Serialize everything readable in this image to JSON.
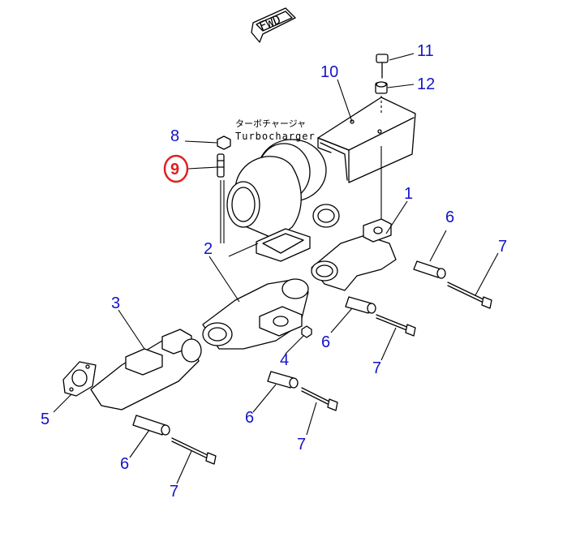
{
  "direction_label": "FWD",
  "turbo_label_jp": "ターボチャージャ",
  "turbo_label_en": "Turbocharger",
  "callouts": [
    {
      "key": "c1",
      "text": "1"
    },
    {
      "key": "c2",
      "text": "2"
    },
    {
      "key": "c3",
      "text": "3"
    },
    {
      "key": "c4",
      "text": "4"
    },
    {
      "key": "c5",
      "text": "5"
    },
    {
      "key": "c6a",
      "text": "6"
    },
    {
      "key": "c6b",
      "text": "6"
    },
    {
      "key": "c6c",
      "text": "6"
    },
    {
      "key": "c6d",
      "text": "6"
    },
    {
      "key": "c7a",
      "text": "7"
    },
    {
      "key": "c7b",
      "text": "7"
    },
    {
      "key": "c7c",
      "text": "7"
    },
    {
      "key": "c7d",
      "text": "7"
    },
    {
      "key": "c8",
      "text": "8"
    },
    {
      "key": "c9",
      "text": "9"
    },
    {
      "key": "c10",
      "text": "10"
    },
    {
      "key": "c11",
      "text": "11"
    },
    {
      "key": "c12",
      "text": "12"
    }
  ],
  "highlight": {
    "callout": "9",
    "color": "#e02020"
  },
  "colors": {
    "callout_text": "#1414c8",
    "line_art": "#000000"
  }
}
